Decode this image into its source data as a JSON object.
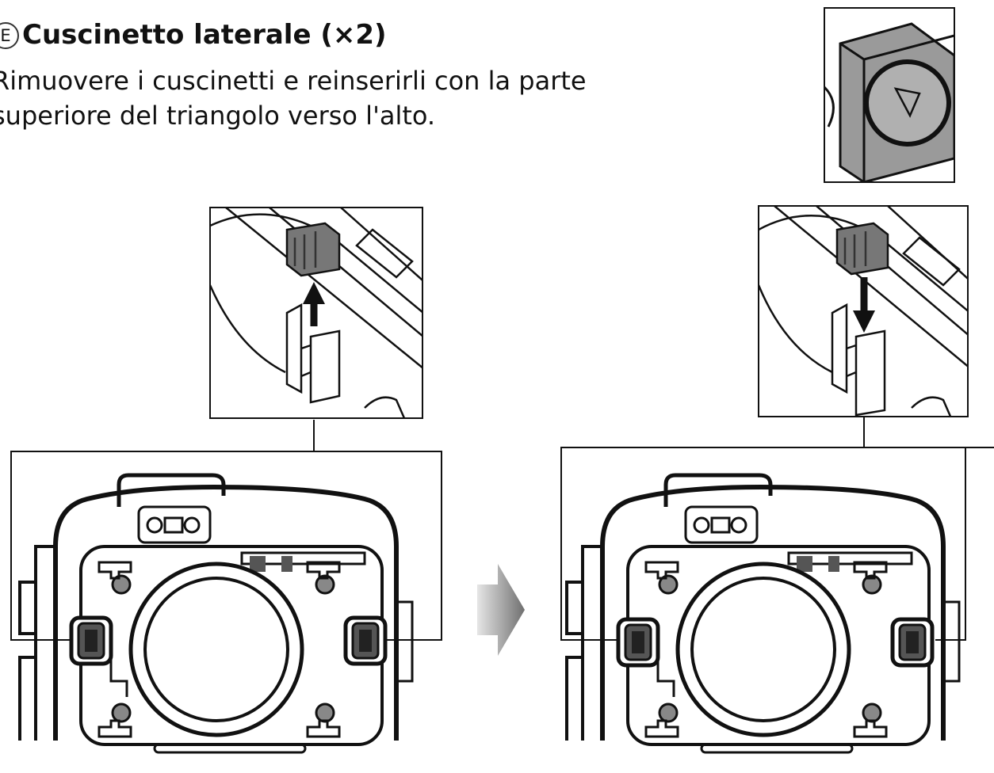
{
  "heading": {
    "marker": "E",
    "title": "Cuscinetto laterale (×2)"
  },
  "instruction_lines": [
    "Rimuovere i cuscinetti e reinserirli con la parte",
    "superiore del triangolo verso l'alto."
  ],
  "icons": {
    "triangle_detail": "triangle-down-icon",
    "arrow_next": "arrow-right-icon",
    "arrow_up": "arrow-up-icon",
    "arrow_down": "arrow-down-icon"
  }
}
